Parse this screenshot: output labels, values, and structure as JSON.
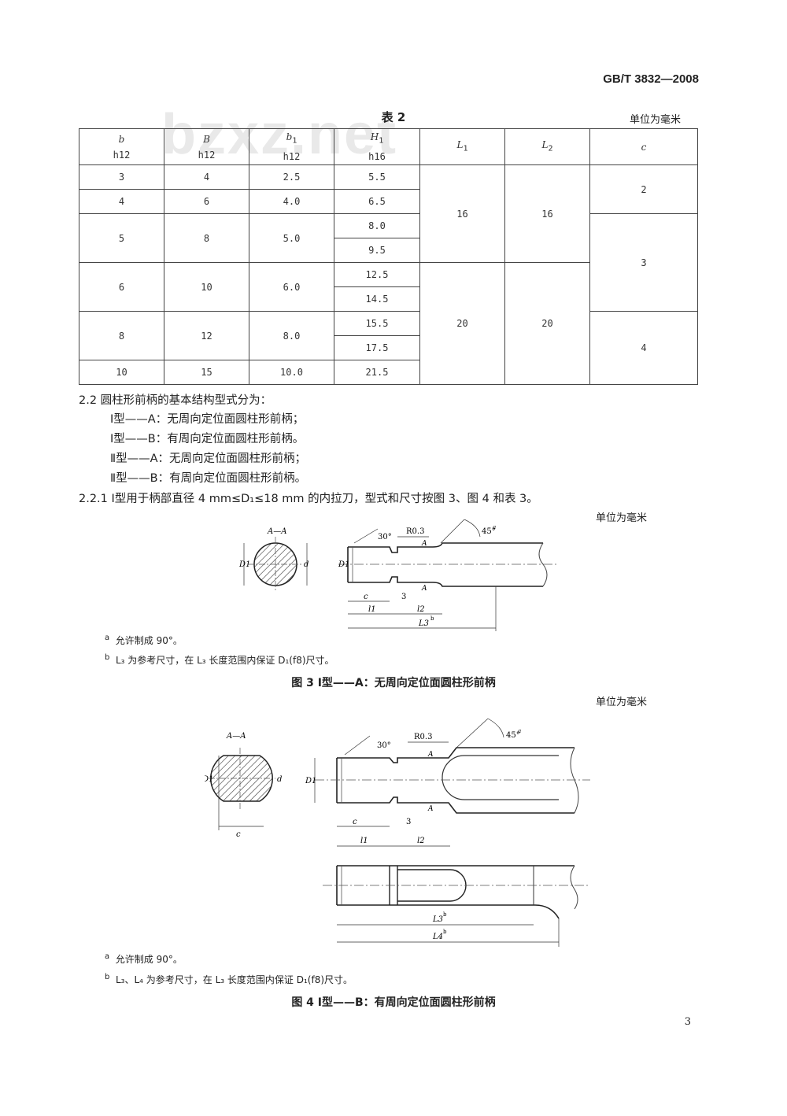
{
  "header": {
    "standard": "GB/T 3832—2008"
  },
  "watermark": "bzxz.net",
  "table2": {
    "caption": "表 2",
    "unit": "单位为毫米",
    "headers": [
      {
        "sym": "b",
        "sub": "",
        "tol": "h12"
      },
      {
        "sym": "B",
        "sub": "",
        "tol": "h12"
      },
      {
        "sym": "b",
        "sub": "1",
        "tol": "h12"
      },
      {
        "sym": "H",
        "sub": "1",
        "tol": "h16"
      },
      {
        "sym": "L",
        "sub": "1",
        "tol": ""
      },
      {
        "sym": "L",
        "sub": "2",
        "tol": ""
      },
      {
        "sym": "c",
        "sub": "",
        "tol": ""
      }
    ],
    "groups": [
      {
        "b": "3",
        "B": "4",
        "b1": "2.5",
        "H1": [
          "5.5"
        ]
      },
      {
        "b": "4",
        "B": "6",
        "b1": "4.0",
        "H1": [
          "6.5"
        ]
      },
      {
        "b": "5",
        "B": "8",
        "b1": "5.0",
        "H1": [
          "8.0",
          "9.5"
        ]
      },
      {
        "b": "6",
        "B": "10",
        "b1": "6.0",
        "H1": [
          "12.5",
          "14.5"
        ]
      },
      {
        "b": "8",
        "B": "12",
        "b1": "8.0",
        "H1": [
          "15.5",
          "17.5"
        ]
      },
      {
        "b": "10",
        "B": "15",
        "b1": "10.0",
        "H1": [
          "21.5"
        ]
      }
    ],
    "L1": [
      "16",
      "20"
    ],
    "L2": [
      "16",
      "20"
    ],
    "c": [
      "2",
      "3",
      "4"
    ]
  },
  "section_2_2": {
    "heading": "2.2  圆柱形前柄的基本结构型式分为：",
    "items": [
      "Ⅰ型——A：无周向定位面圆柱形前柄；",
      "Ⅰ型——B：有周向定位面圆柱形前柄。",
      "Ⅱ型——A：无周向定位面圆柱形前柄；",
      "Ⅱ型——B：有周向定位面圆柱形前柄。"
    ]
  },
  "section_2_2_1": "2.2.1    Ⅰ型用于柄部直径 4 mm≤D₁≤18 mm 的内拉刀，型式和尺寸按图 3、图 4 和表 3。",
  "figure3": {
    "unit": "单位为毫米",
    "labels": {
      "section": "A—A",
      "angle30": "30°",
      "radius": "R0.3",
      "angle45": "45°",
      "a": "a",
      "d1": "D1",
      "d": "d",
      "c": "c",
      "three": "3",
      "l1": "l1",
      "l2": "l2",
      "L3": "L3",
      "sup_b": "b",
      "A": "A"
    },
    "notes": [
      {
        "mark": "a",
        "text": "允许制成 90°。"
      },
      {
        "mark": "b",
        "text": "L₃ 为参考尺寸，在 L₃ 长度范围内保证 D₁(f8)尺寸。"
      }
    ],
    "caption": "图 3    Ⅰ型——A：无周向定位面圆柱形前柄"
  },
  "figure4": {
    "unit": "单位为毫米",
    "labels": {
      "section": "A—A",
      "angle30": "30°",
      "radius": "R0.3",
      "angle45": "45°",
      "a": "a",
      "d1": "D1",
      "d": "d",
      "c": "c",
      "three": "3",
      "l1": "l1",
      "l2": "l2",
      "L3": "L3",
      "L4": "L4",
      "sup_b": "b",
      "A": "A"
    },
    "notes": [
      {
        "mark": "a",
        "text": "允许制成 90°。"
      },
      {
        "mark": "b",
        "text": "L₃、L₄ 为参考尺寸，在 L₃ 长度范围内保证 D₁(f8)尺寸。"
      }
    ],
    "caption": "图 4    Ⅰ型——B：有周向定位面圆柱形前柄"
  },
  "page_number": "3"
}
